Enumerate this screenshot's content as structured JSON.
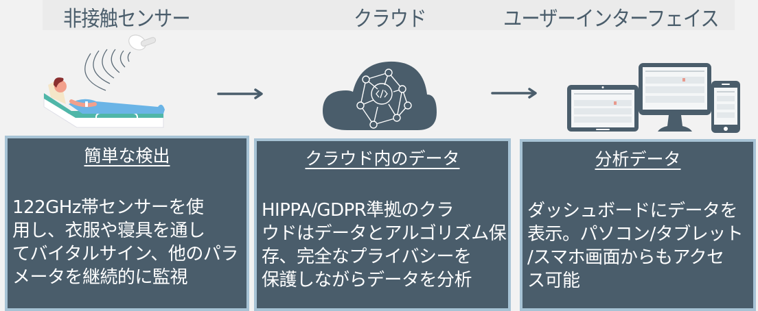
{
  "header": {
    "steps": [
      {
        "label": "非接触センサー"
      },
      {
        "label": "クラウド"
      },
      {
        "label": "ユーザーインターフェイス"
      }
    ]
  },
  "illustrations": {
    "sensor": "patient-in-bed-with-contactless-sensor",
    "cloud": "cloud-with-code-network",
    "devices": "tablet-monitor-smartphone-dashboard"
  },
  "colors": {
    "panel_fill": "#4a5d6b",
    "panel_border": "#a7c3d5",
    "header_band": "#ebebeb",
    "background": "#f2f2f2",
    "accent_teal": "#4fb6a8",
    "blanket_blue": "#6ab4e6"
  },
  "boxes": [
    {
      "title": "簡単な検出",
      "lines": [
        "122GHz帯センサーを使",
        "用し、衣服や寝具を通し",
        "てバイタルサイン、他のパラ",
        "メータを継続的に監視"
      ]
    },
    {
      "title": "クラウド内のデータ",
      "lines": [
        "HIPPA/GDPR準拠のクラ",
        "ウドはデータとアルゴリズム保",
        "存、完全なプライバシーを",
        "保護しながらデータを分析"
      ]
    },
    {
      "title": "分析データ",
      "lines": [
        "ダッシュボードにデータを",
        "表示。パソコン/タブレット",
        "/スマホ画面からもアクセ",
        "ス可能"
      ]
    }
  ]
}
